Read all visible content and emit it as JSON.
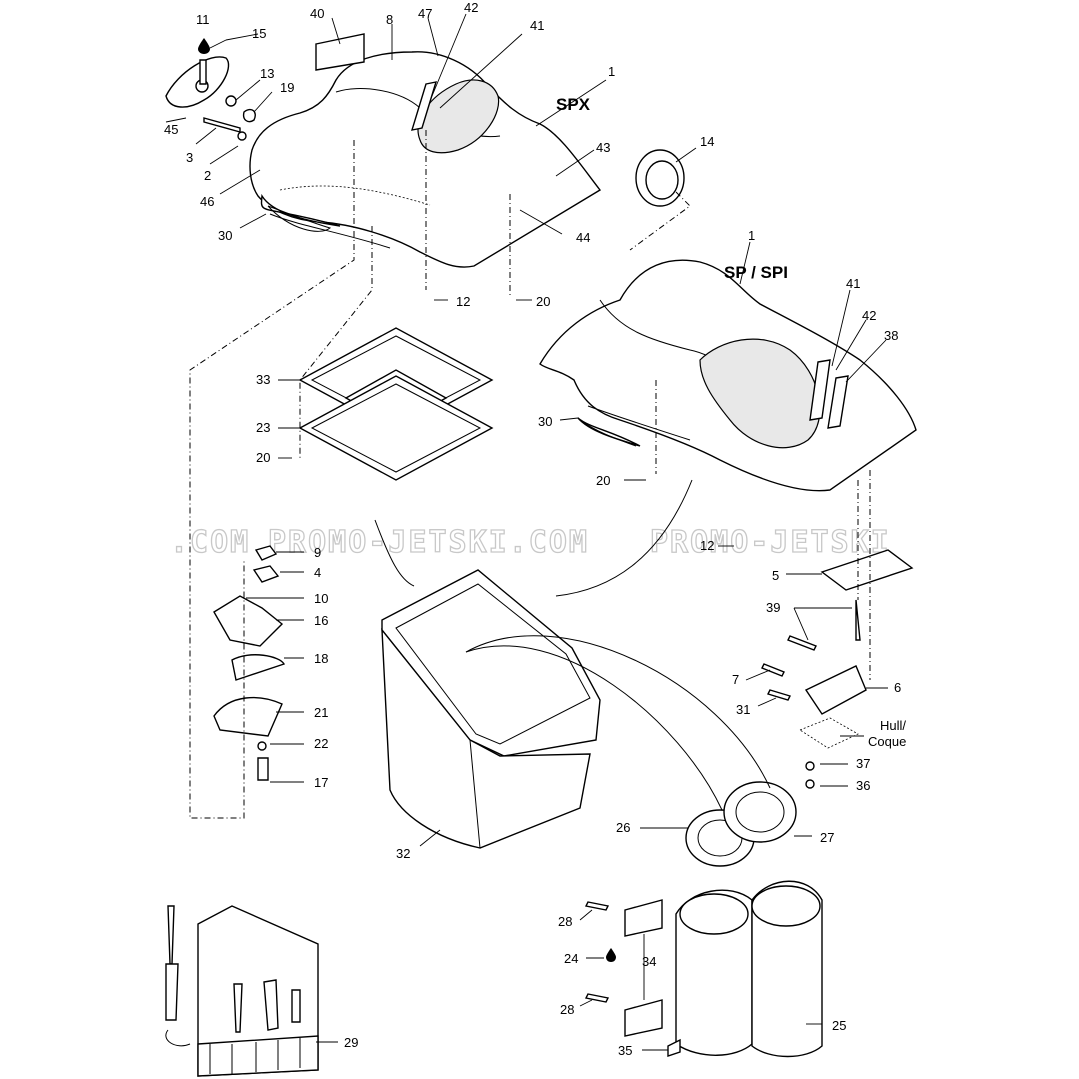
{
  "model_labels": {
    "spx": "SPX",
    "sp_spi": "SP / SPI"
  },
  "watermark": {
    "left": ".COM",
    "middle": "PROMO-JETSKI.COM",
    "right": "PROMO-JETSKI"
  },
  "hull_label": {
    "line1": "Hull/",
    "line2": "Coque"
  },
  "callouts": {
    "c11": "11",
    "c15": "15",
    "c13": "13",
    "c19": "19",
    "c45": "45",
    "c3": "3",
    "c2": "2",
    "c46": "46",
    "c40": "40",
    "c8": "8",
    "c47": "47",
    "c42a": "42",
    "c41a": "41",
    "c1a": "1",
    "c43": "43",
    "c44": "44",
    "c30a": "30",
    "c12a": "12",
    "c20a": "20",
    "c14": "14",
    "c1b": "1",
    "c41b": "41",
    "c42b": "42",
    "c38": "38",
    "c33": "33",
    "c23": "23",
    "c20b": "20",
    "c30b": "30",
    "c20c": "20",
    "c12b": "12",
    "c5": "5",
    "c39": "39",
    "c7": "7",
    "c6": "6",
    "c31": "31",
    "c37": "37",
    "c36": "36",
    "c9": "9",
    "c4": "4",
    "c10": "10",
    "c16": "16",
    "c18": "18",
    "c21": "21",
    "c22": "22",
    "c17": "17",
    "c32": "32",
    "c26": "26",
    "c27": "27",
    "c28a": "28",
    "c24": "24",
    "c34": "34",
    "c28b": "28",
    "c25": "25",
    "c35": "35",
    "c29": "29"
  }
}
